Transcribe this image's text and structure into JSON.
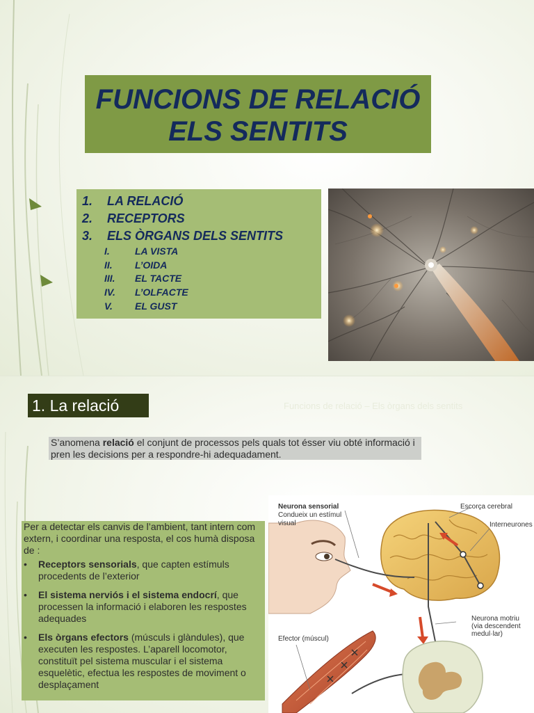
{
  "slide1": {
    "title_line1": "FUNCIONS DE RELACIÓ",
    "title_line2": "ELS SENTITS",
    "toc": [
      {
        "num": "1.",
        "label": "LA RELACIÓ"
      },
      {
        "num": "2.",
        "label": "RECEPTORS"
      },
      {
        "num": "3.",
        "label": "ELS ÒRGANS DELS SENTITS"
      }
    ],
    "subtoc": [
      {
        "num": "I.",
        "label": "LA VISTA"
      },
      {
        "num": "II.",
        "label": "L’OIDA"
      },
      {
        "num": "III.",
        "label": "EL TACTE"
      },
      {
        "num": "IV.",
        "label": "L’OLFACTE"
      },
      {
        "num": "V.",
        "label": "EL GUST"
      }
    ]
  },
  "slide2": {
    "section_title": "1. La relació",
    "footer": "Funcions de relació – Els òrgans dels sentits",
    "definition": {
      "before": "S’anomena ",
      "term": "relació",
      "after": " el conjunt de processos pels quals tot ésser viu obté informació i pren les decisions per a respondre-hi adequadament."
    },
    "intro": "Per a detectar els canvis de l’ambient, tant intern com extern, i coordinar una resposta, el cos humà disposa de :",
    "bullet_symbol": "•",
    "bullets": [
      {
        "term": "Receptors sensorials",
        "text": ", que capten estímuls procedents de l’exterior"
      },
      {
        "term": "El sistema nerviós i el sistema endocrí",
        "text": ", que processen la informació i elaboren les respostes adequades"
      },
      {
        "term": "Els òrgans efectors",
        "text": " (músculs i glàndules), que executen les respostes. L’aparell locomotor, constituït pel sistema muscular i el sistema esquelètic, efectua les respostes de moviment o desplaçament"
      }
    ],
    "diagram_labels": {
      "sensory": "Neurona sensorial",
      "sensory_desc_1": "Condueix un estímul",
      "sensory_desc_2": "visual",
      "cortex": "Escorça cerebral",
      "interneurons": "Interneurones",
      "motor": "Neurona motriu",
      "motor_desc_1": "(via descendent",
      "motor_desc_2": "medul·lar)",
      "effector": "Efector (múscul)"
    }
  }
}
